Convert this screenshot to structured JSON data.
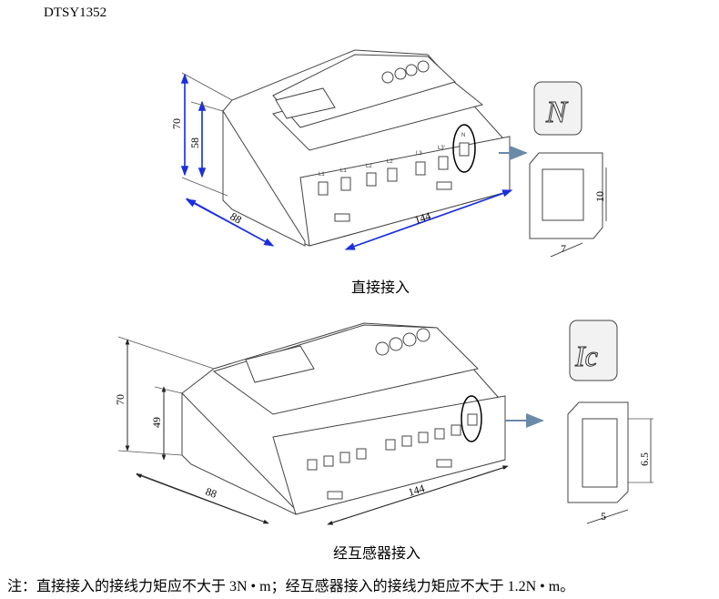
{
  "title": "DTSY1352",
  "diagram_top": {
    "caption": "直接接入",
    "dimensions": {
      "height_total": "70",
      "height_body": "58",
      "depth": "88",
      "width": "144"
    },
    "terminal_labels": [
      "L1",
      "L1'",
      "L2",
      "L2'",
      "L3",
      "L3'",
      "N"
    ],
    "icon_letter": "N",
    "terminal_dims": {
      "height": "10",
      "width": "7"
    },
    "dimension_arrow_color": "#1a2ee0"
  },
  "diagram_bottom": {
    "caption": "经互感器接入",
    "dimensions": {
      "height_total": "70",
      "height_body": "49",
      "depth": "88",
      "width": "144"
    },
    "icon_letter": "Ic",
    "terminal_dims": {
      "height": "6.5",
      "width": "5"
    }
  },
  "note": "注：直接接入的接线力矩应不大于 3N • m；经互感器接入的接线力矩应不大于 1.2N • m。",
  "arrow_color": "#6a8aa8"
}
